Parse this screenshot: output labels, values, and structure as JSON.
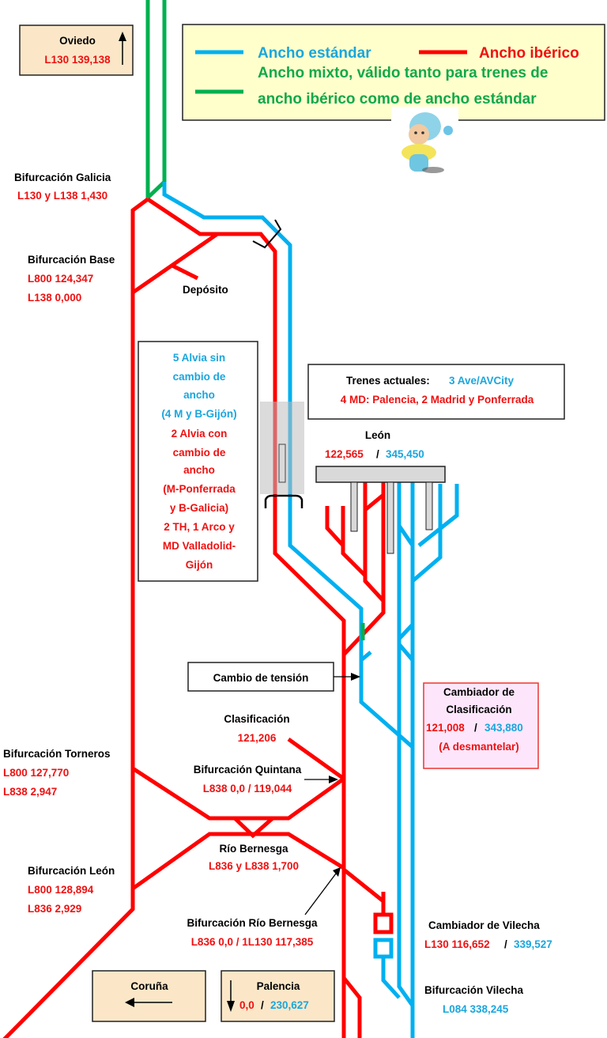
{
  "legend": {
    "standard": "Ancho estándar",
    "iberian": "Ancho ibérico",
    "mixed_line1": "Ancho mixto, válido tanto para trenes de",
    "mixed_line2": "ancho ibérico como de ancho estándar"
  },
  "colors": {
    "standard": "#00b0f0",
    "iberian": "#ff0000",
    "mixed": "#00b050"
  },
  "oviedo": {
    "name": "Oviedo",
    "pk": "L130 139,138"
  },
  "bif_galicia": {
    "name": "Bifurcación Galicia",
    "pk": "L130 y L138 1,430"
  },
  "bif_base": {
    "name": "Bifurcación Base",
    "pk1": "L800 124,347",
    "pk2": "L138 0,000"
  },
  "deposito": "Depósito",
  "alvia_box": {
    "l1": "5 Alvia sin",
    "l2": "cambio de",
    "l3": "ancho",
    "l4": "(4 M y B-Gijón)",
    "l5": "2 Alvia con",
    "l6": "cambio de",
    "l7": "ancho",
    "l8": "(M-Ponferrada",
    "l9": "y B-Galicia)",
    "l10": "2 TH, 1 Arco y",
    "l11": "MD Valladolid-",
    "l12": "Gijón"
  },
  "trenes": {
    "label": "Trenes actuales:",
    "ave": "3 Ave/AVCity",
    "md": "4 MD: Palencia, 2 Madrid y Ponferrada"
  },
  "leon": {
    "name": "León",
    "pk_iberian": "122,565",
    "sep": "/",
    "pk_standard": "345,450"
  },
  "cambio_tension": "Cambio de tensión",
  "cambiador_clasif": {
    "l1": "Cambiador de",
    "l2": "Clasificación",
    "pk_iberian": "121,008",
    "sep": "/",
    "pk_standard": "343,880",
    "note": "(A desmantelar)"
  },
  "clasificacion": {
    "name": "Clasificación",
    "pk": "121,206"
  },
  "bif_torneros": {
    "name": "Bifurcación Torneros",
    "pk1": "L800 127,770",
    "pk2": "L838 2,947"
  },
  "bif_quintana": {
    "name": "Bifurcación Quintana",
    "pk": "L838 0,0 / 119,044"
  },
  "rio_bernesga": {
    "name": "Río Bernesga",
    "pk": "L836 y L838 1,700"
  },
  "bif_leon": {
    "name": "Bifurcación León",
    "pk1": "L800 128,894",
    "pk2": "L836 2,929"
  },
  "bif_rio_bernesga": {
    "name": "Bifurcación Río Bernesga",
    "pk": "L836 0,0 / 1L130  117,385"
  },
  "cambiador_vilecha": {
    "name": "Cambiador de Vilecha",
    "pk_iberian": "L130 116,652",
    "sep": "/",
    "pk_standard": "339,527"
  },
  "bif_vilecha": {
    "name": "Bifurcación Vilecha",
    "pk": "L084 338,245"
  },
  "coruna": {
    "name": "Coruña"
  },
  "palencia": {
    "name": "Palencia",
    "pk_iberian": "0,0",
    "sep": "/",
    "pk_standard": "230,627"
  }
}
